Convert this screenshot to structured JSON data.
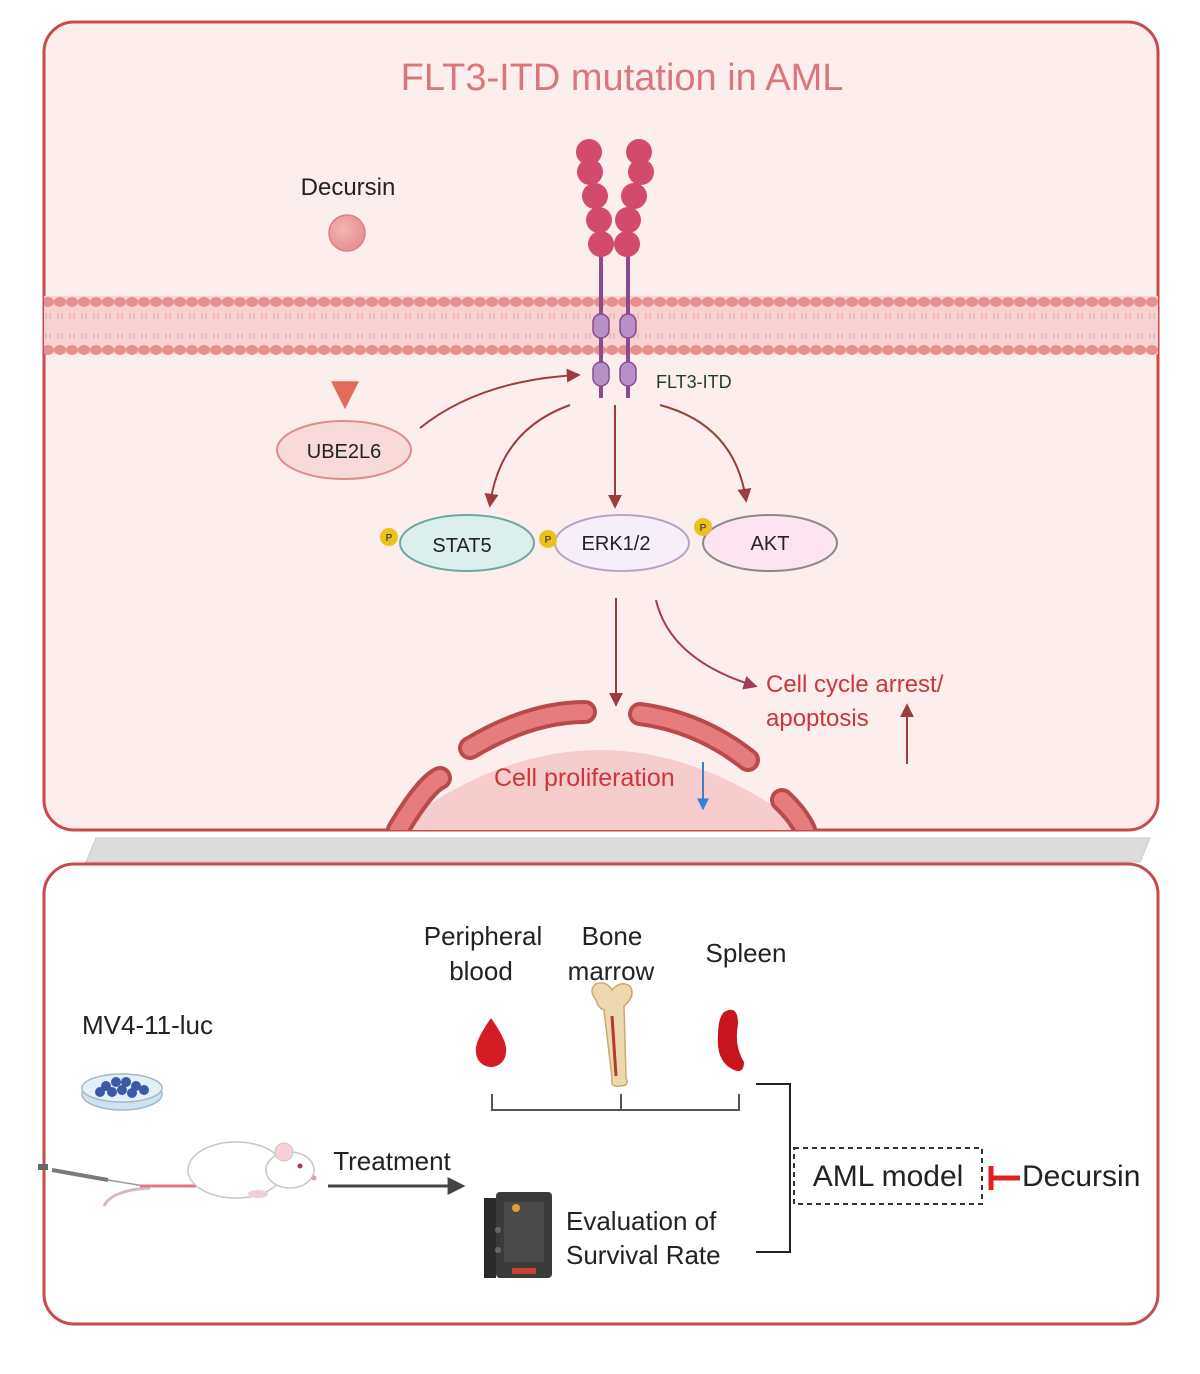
{
  "top_panel": {
    "title": "FLT3-ITD mutation in AML",
    "decursin_label": "Decursin",
    "ube2l6_label": "UBE2L6",
    "receptor_label": "FLT3-ITD",
    "proteins": [
      {
        "name": "STAT5",
        "phospho": "P"
      },
      {
        "name": "ERK1/2",
        "phospho": "P"
      },
      {
        "name": "AKT",
        "phospho": "P"
      }
    ],
    "cell_cycle_label_line1": "Cell cycle arrest/",
    "cell_cycle_label_line2": "apoptosis",
    "proliferation_label": "Cell proliferation"
  },
  "bottom_panel": {
    "cell_line_label": "MV4-11-luc",
    "treatment_label": "Treatment",
    "tissues": [
      {
        "line1": "Peripheral",
        "line2": "blood"
      },
      {
        "line1": "Bone",
        "line2": "marrow"
      },
      {
        "line1": "Spleen",
        "line2": ""
      }
    ],
    "evaluation_line1": "Evaluation of",
    "evaluation_line2": "Survival Rate",
    "model_label": "AML model",
    "inhibitor_label": "Decursin"
  },
  "colors": {
    "panel_border": "#c94a4a",
    "panel_fill_top": "#fdeeee",
    "title": "#d9787a",
    "receptor_bead": "#d24a6c",
    "receptor_stalk": "#8a4a8c",
    "arrow_dark": "#9e3b3b",
    "text_red": "#c9373b",
    "inhibit_red": "#e02020",
    "down_arrow_blue": "#3b7fd0"
  }
}
